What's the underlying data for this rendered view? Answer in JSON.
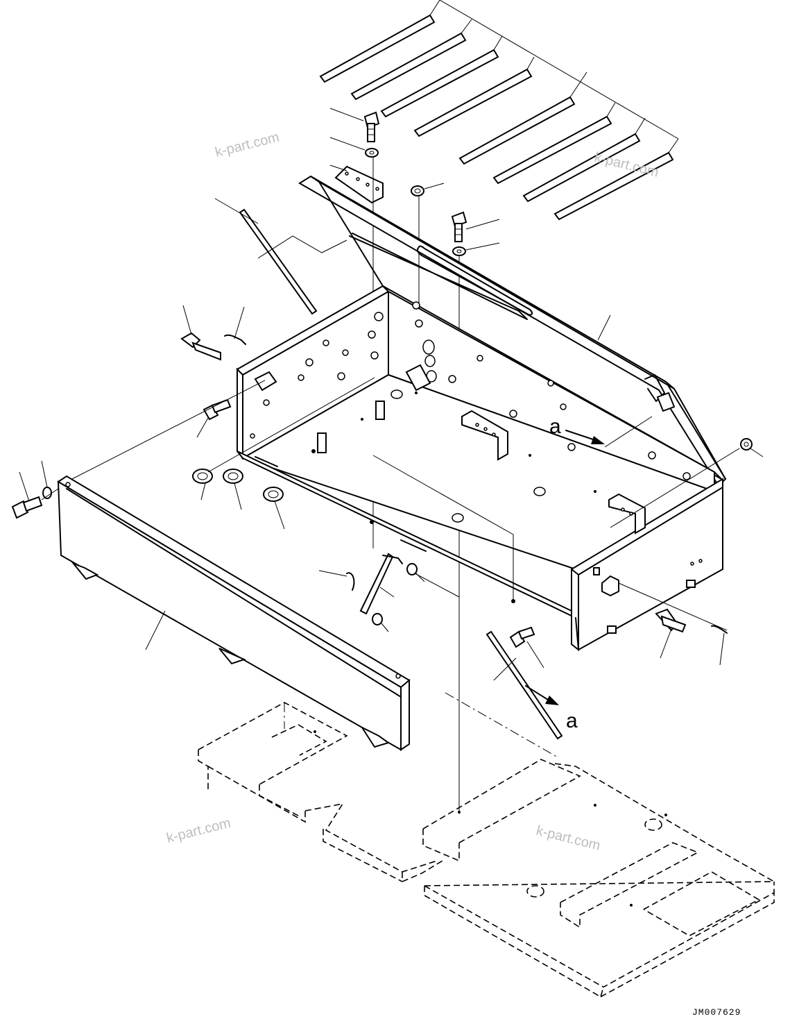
{
  "drawing": {
    "code": "JM007629",
    "watermark": "k-part.com",
    "view_marker": "a"
  }
}
